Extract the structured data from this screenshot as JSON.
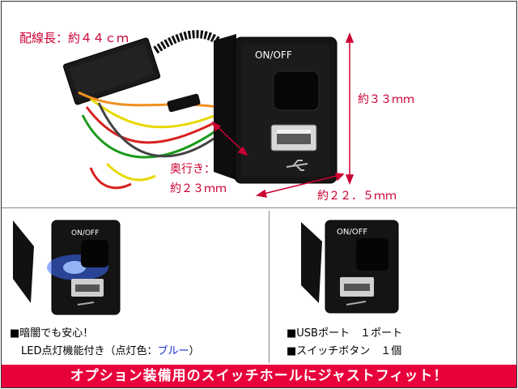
{
  "labels": {
    "cable_length": "配線長：約４４ｃｍ",
    "height": "約３３ｍｍ",
    "depth_line1": "奥行き：",
    "depth_line2": "約２３ｍｍ",
    "width": "約２２．５ｍｍ"
  },
  "device": {
    "switch_text": "ON/OFF",
    "usb_symbol": "usb-icon"
  },
  "captions": {
    "left_line1": "■暗闇でも安心！",
    "left_line2_prefix": "LED点灯機能付き（点灯色：",
    "left_line2_color": "ブルー",
    "left_line2_suffix": "）",
    "right_line1": "■USBポート　１ポート",
    "right_line2": "■スイッチボタン　１個"
  },
  "banner": "オプション装備用のスイッチホールにジャストフィット！",
  "colors": {
    "accent_red": "#cc0033",
    "banner_bg": "#e8003b",
    "led_blue": "#3a6cff"
  }
}
